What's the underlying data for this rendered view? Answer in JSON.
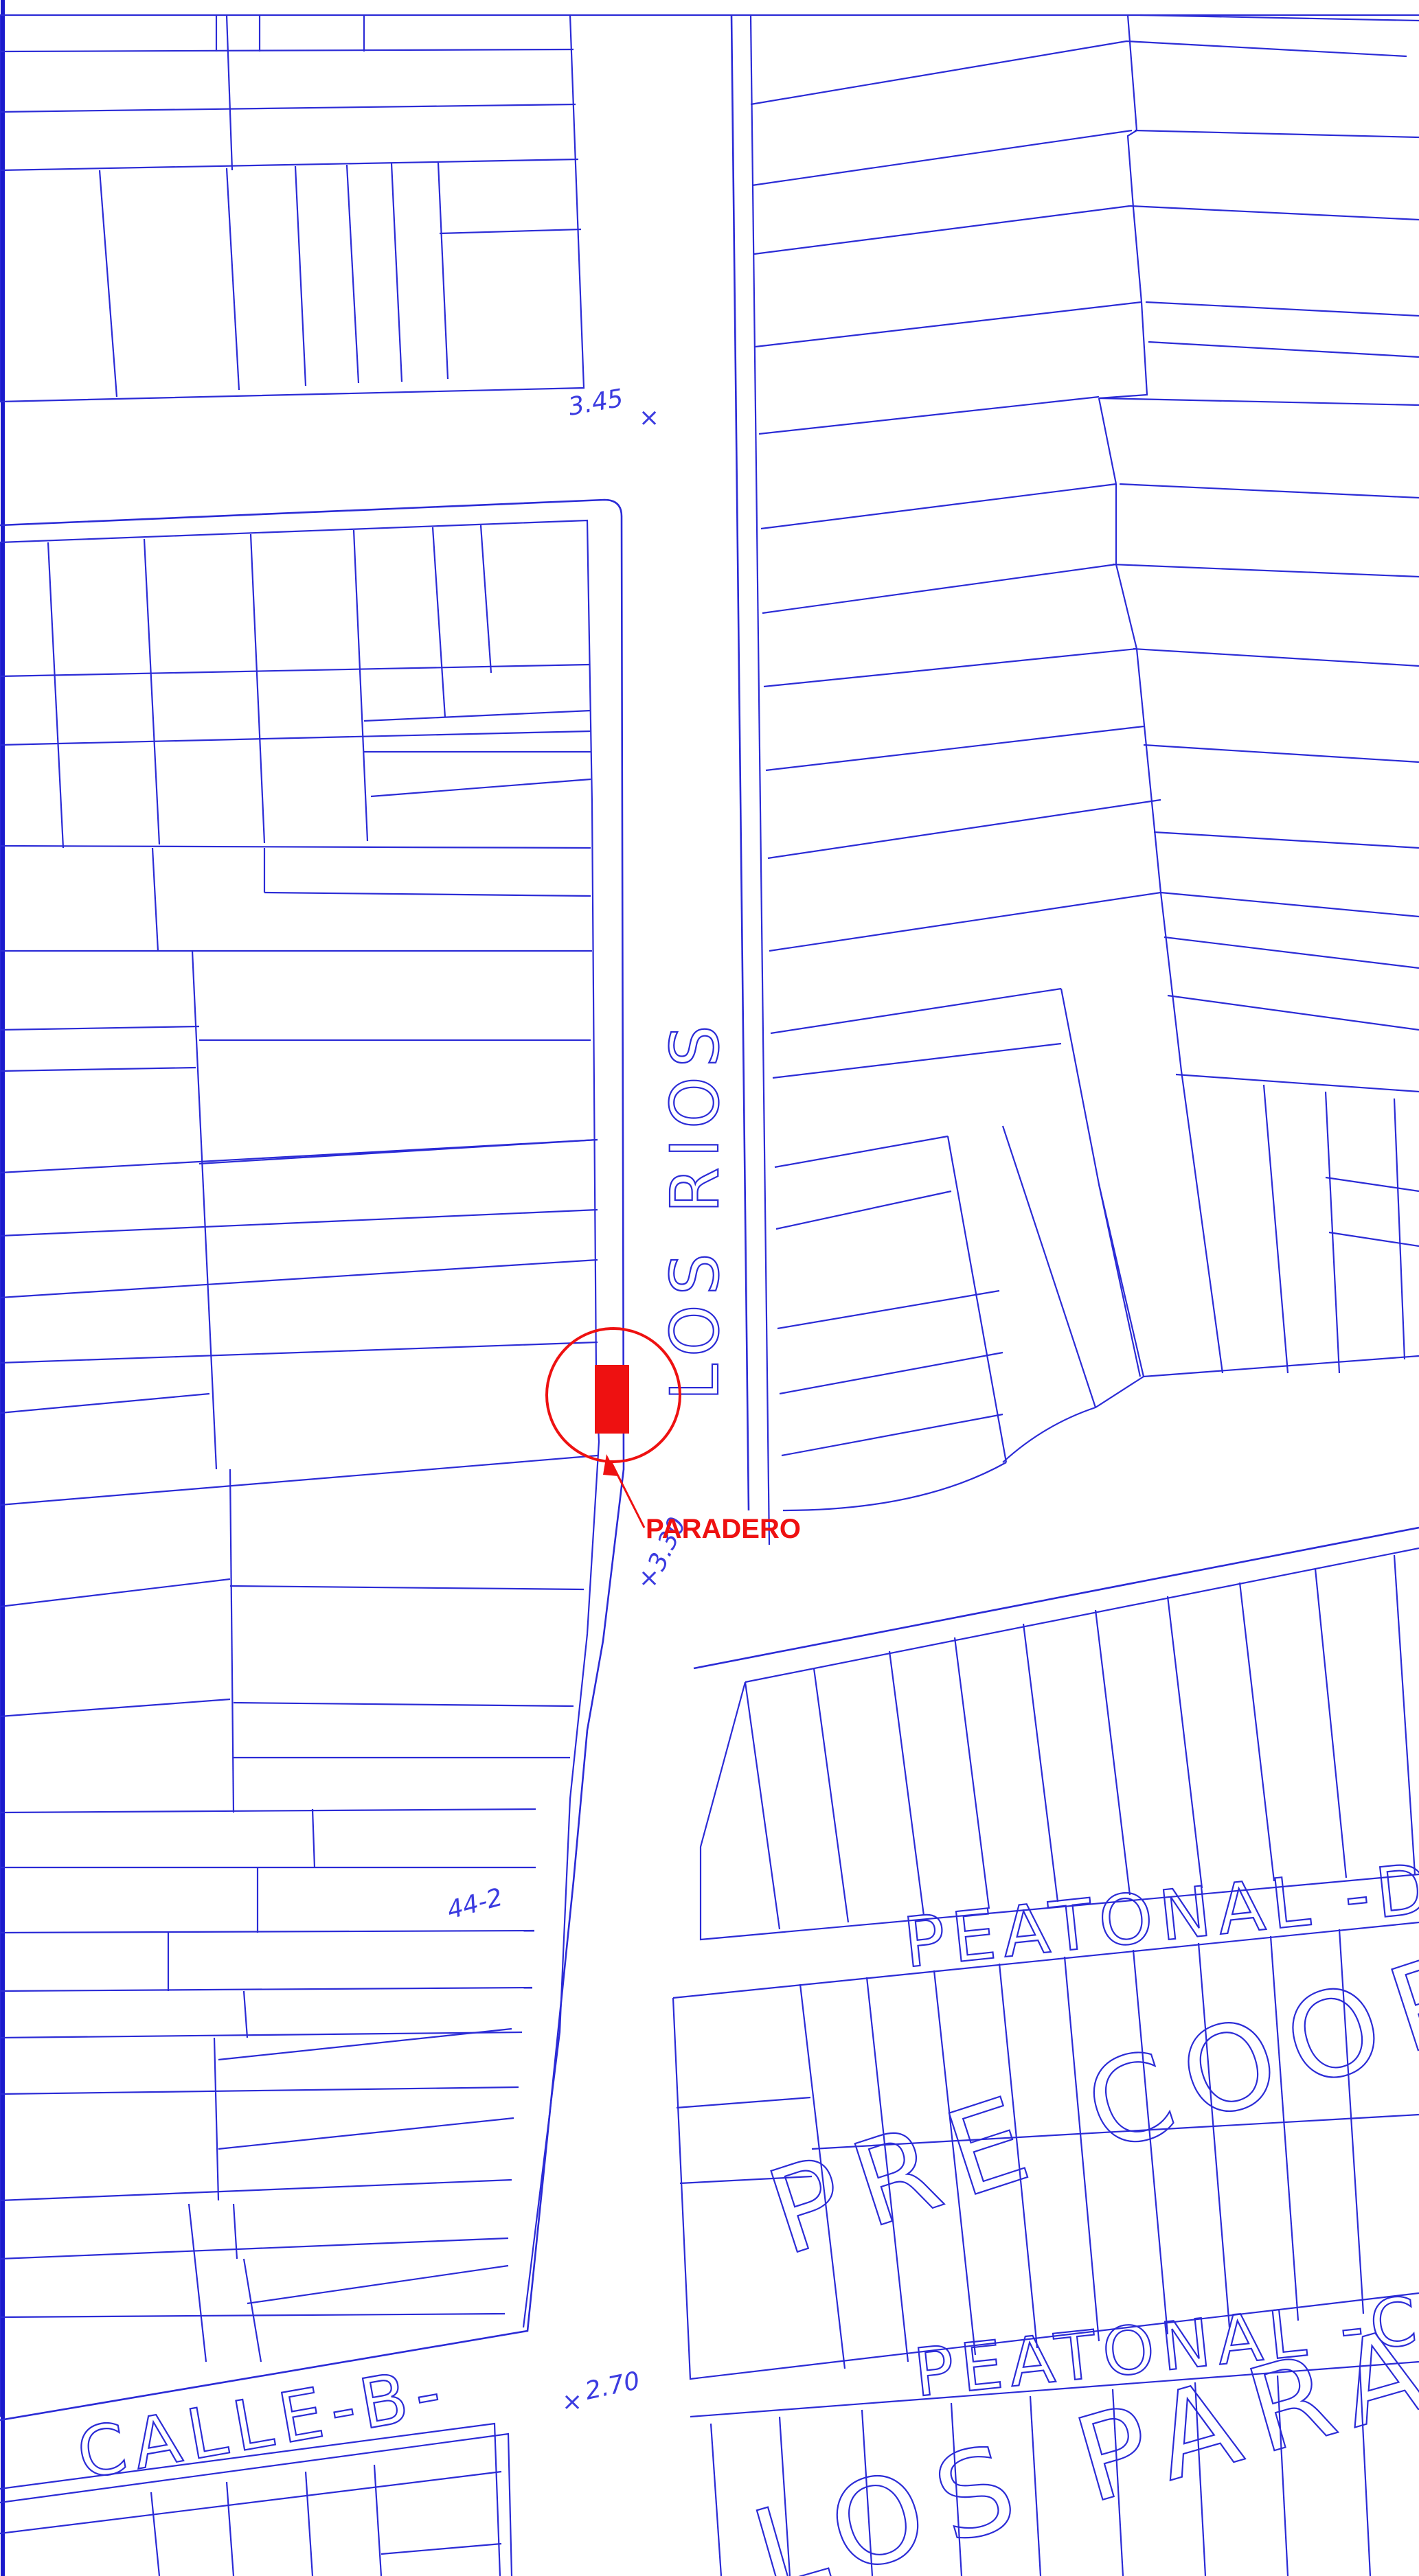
{
  "map": {
    "colors": {
      "linework": "#2b2bd6",
      "marker": "#ee1111"
    },
    "streets": {
      "main_street": "LOS RIOS",
      "calle_b": "CALLE-B-",
      "peatonal_d": "PEATONAL -D",
      "peatonal_c": "PEATONAL -C"
    },
    "blocks": {
      "pre_coop": "PRE COOP",
      "los_para": "LOS PARA"
    },
    "elevations": {
      "top": "3.45",
      "middle": "3.30",
      "bottom": "2.70"
    },
    "lot_code": "44-2",
    "marker": {
      "label": "PARADERO",
      "icon": "bus-stop-marker-icon"
    }
  }
}
